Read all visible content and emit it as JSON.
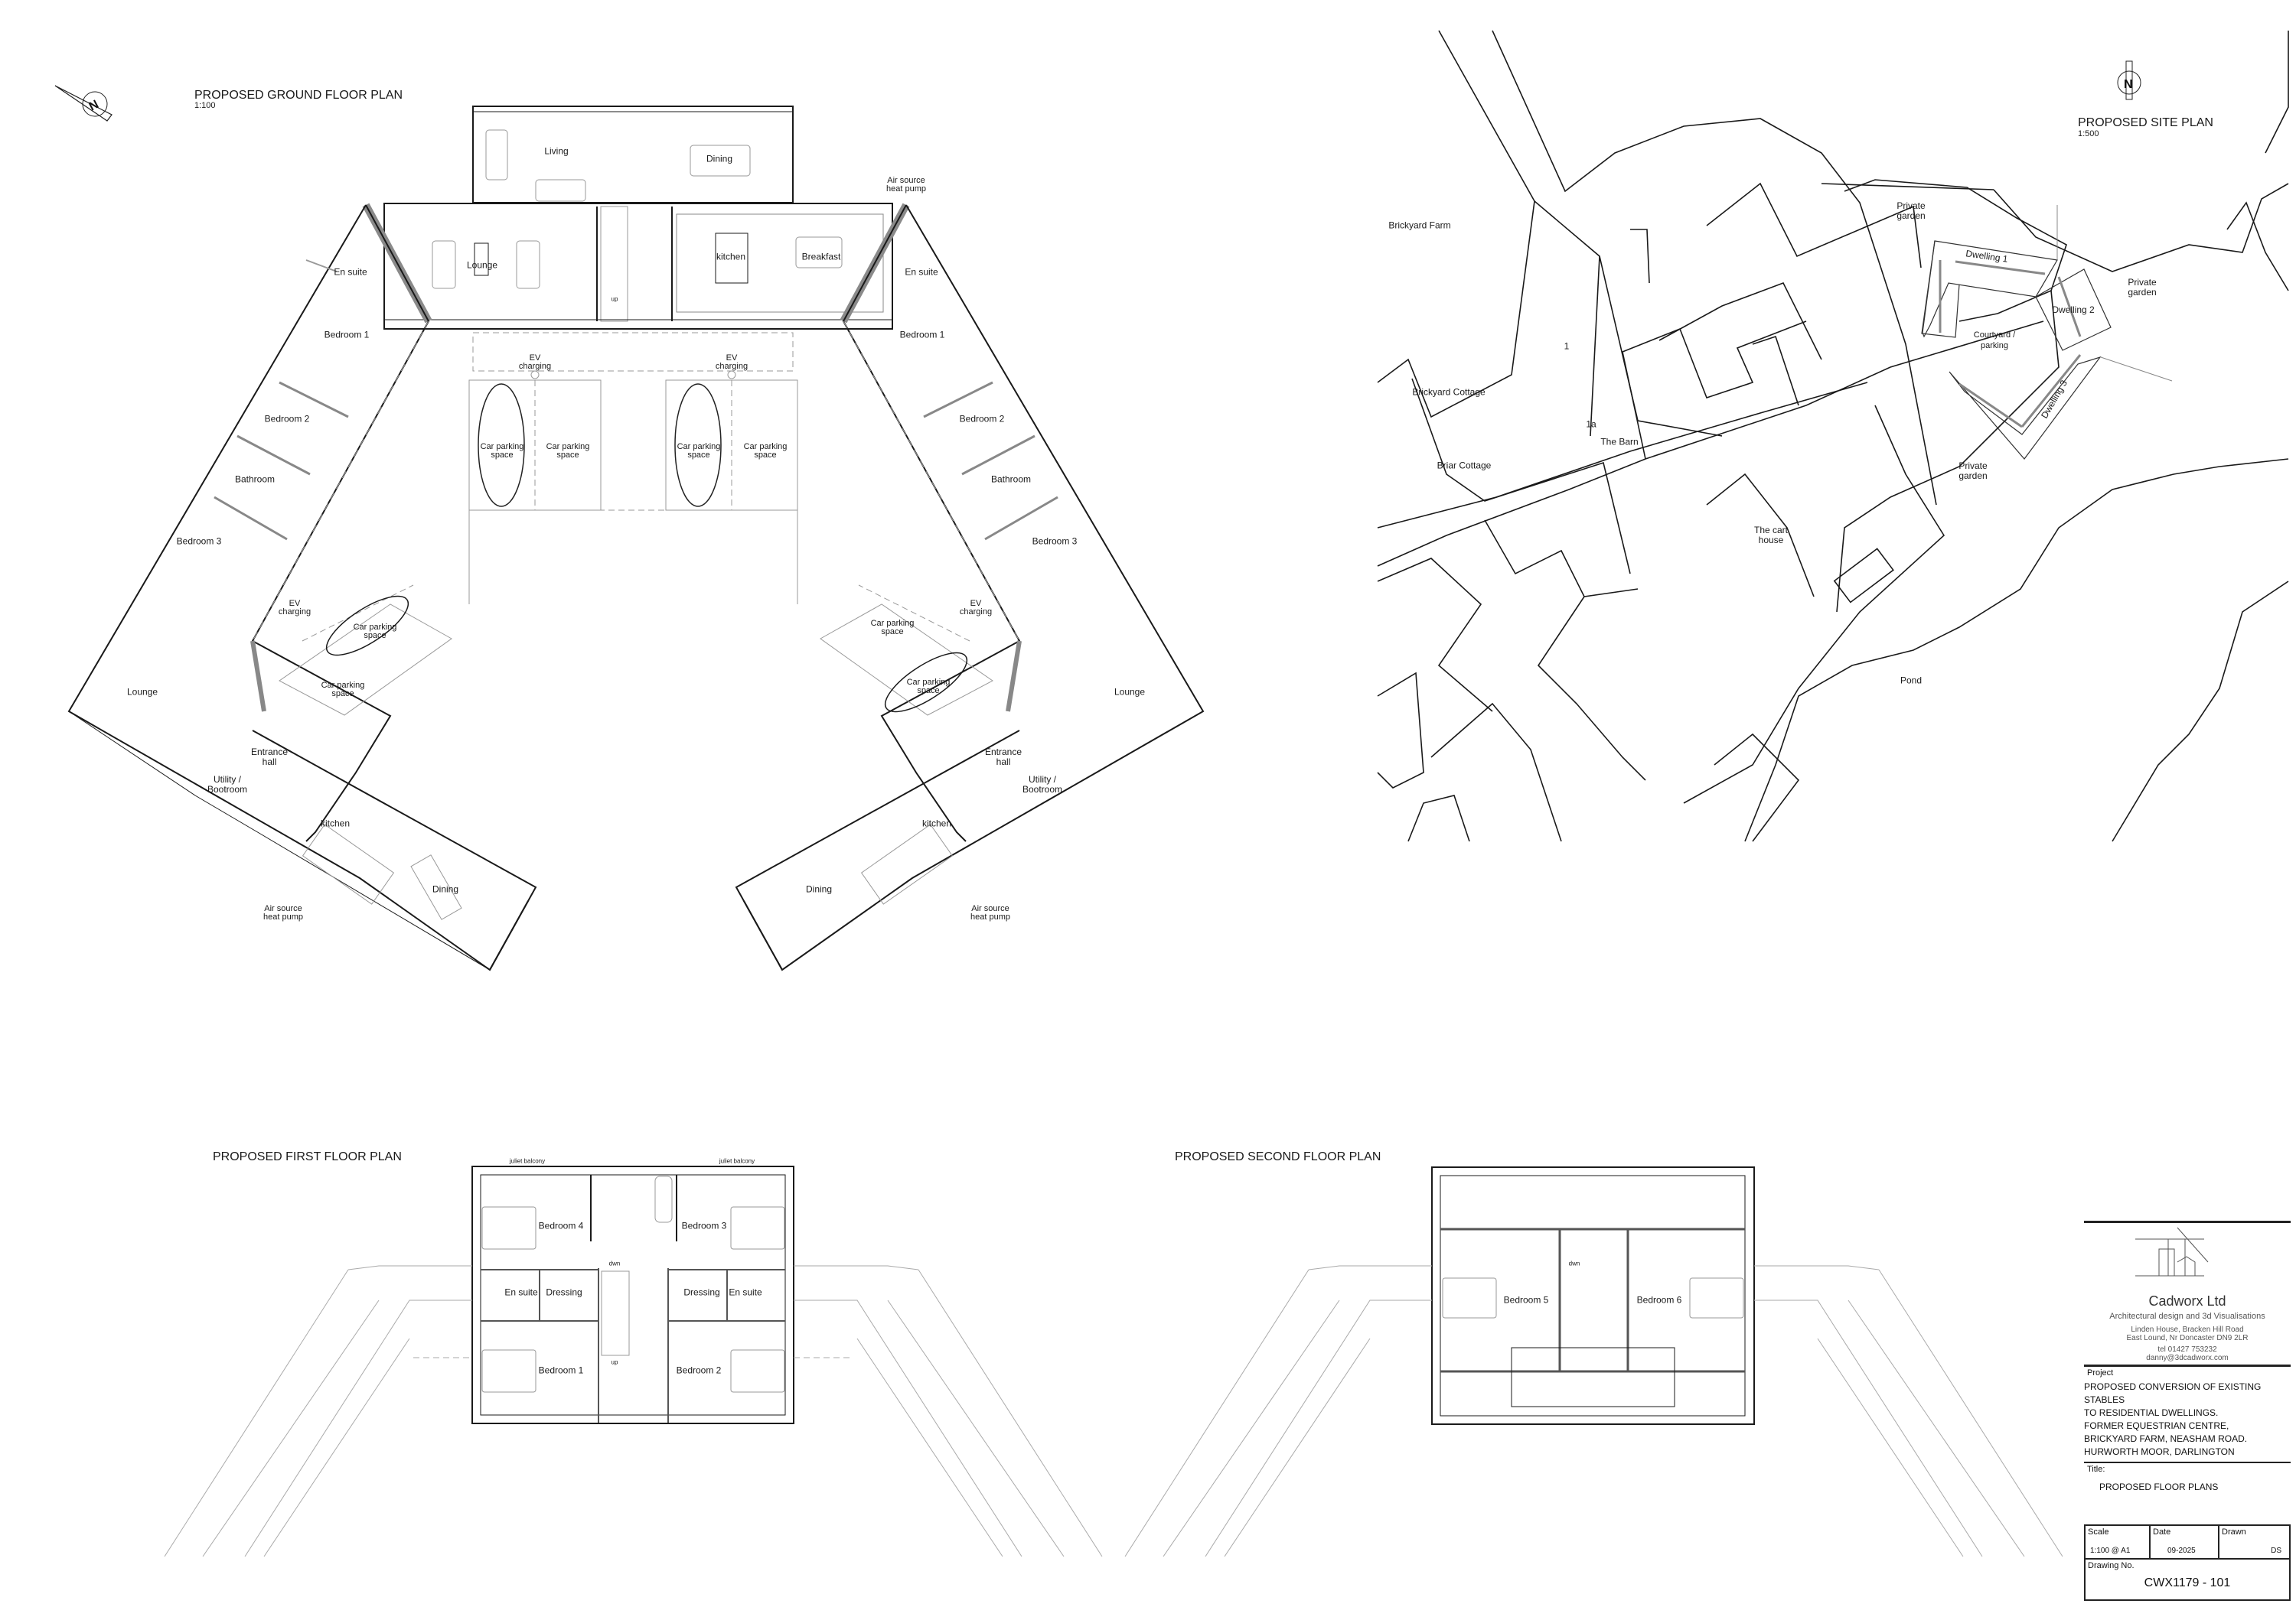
{
  "ground_floor": {
    "title": "PROPOSED GROUND FLOOR PLAN",
    "scale": "1:100",
    "north_icon": "north-arrow-icon",
    "centre_block": {
      "living": "Living",
      "dining": "Dining",
      "lounge": "Lounge",
      "kitchen": "kitchen",
      "breakfast": "Breakfast",
      "stair_up": "up",
      "heat_pump": "Air source heat pump"
    },
    "left_wing": {
      "en_suite": "En suite",
      "bedroom1": "Bedroom 1",
      "bedroom2": "Bedroom 2",
      "bathroom": "Bathroom",
      "bedroom3": "Bedroom 3",
      "lounge": "Lounge",
      "entrance_hall": "Entrance hall",
      "utility": "Utility / Bootroom",
      "kitchen": "kitchen",
      "dining": "Dining",
      "heat_pump": "Air source heat pump",
      "ev_charging": "EV charging",
      "parking1": "Car parking space",
      "parking2": "Car parking space"
    },
    "right_wing": {
      "en_suite": "En suite",
      "bedroom1": "Bedroom 1",
      "bedroom2": "Bedroom 2",
      "bathroom": "Bathroom",
      "bedroom3": "Bedroom 3",
      "lounge": "Lounge",
      "entrance_hall": "Entrance hall",
      "utility": "Utility / Bootroom",
      "kitchen": "kitchen",
      "dining": "Dining",
      "heat_pump": "Air source heat pump",
      "ev_charging": "EV charging",
      "parking1": "Car parking space",
      "parking2": "Car parking space"
    },
    "courtyard": {
      "ev_left": "EV charging",
      "ev_right": "EV charging",
      "spaces": [
        "Car parking space",
        "Car parking space",
        "Car parking space",
        "Car parking space"
      ]
    }
  },
  "site_plan": {
    "title": "PROPOSED SITE PLAN",
    "scale": "1:500",
    "north_icon": "north-arrow-icon",
    "labels": {
      "brickyard_farm": "Brickyard Farm",
      "brickyard_cottage": "Brickyard Cottage",
      "briar_cottage": "Briar Cottage",
      "plot_1": "1",
      "plot_1a": "1a",
      "the_barn": "The Barn",
      "cart_house": "The cart house",
      "pond": "Pond",
      "garden_nw": "Private garden",
      "garden_e": "Private garden",
      "garden_s": "Private garden",
      "dwelling1": "Dwelling 1",
      "dwelling2": "Dwelling 2",
      "dwelling3": "Dwelling 3",
      "courtyard": "Courtyard / parking"
    }
  },
  "first_floor": {
    "title": "PROPOSED FIRST FLOOR PLAN",
    "balcony_left": "juliet balcony",
    "balcony_right": "juliet balcony",
    "bedroom4": "Bedroom 4",
    "bedroom3": "Bedroom 3",
    "en_suite_left": "En suite",
    "dressing_left": "Dressing",
    "dressing_right": "Dressing",
    "en_suite_right": "En suite",
    "bedroom1": "Bedroom 1",
    "bedroom2": "Bedroom 2",
    "stair_dwn": "dwn",
    "stair_up": "up"
  },
  "second_floor": {
    "title": "PROPOSED SECOND FLOOR PLAN",
    "bedroom5": "Bedroom 5",
    "bedroom6": "Bedroom 6",
    "stair_dwn": "dwn"
  },
  "title_block": {
    "company": "Cadworx Ltd",
    "tagline": "Architectural design and 3d Visualisations",
    "address_line1": "Linden House, Bracken Hill Road",
    "address_line2": "East Lound, Nr Doncaster DN9 2LR",
    "tel": "tel 01427 753232",
    "email": "danny@3dcadworx.com",
    "project_label": "Project",
    "project_lines": [
      "PROPOSED CONVERSION OF EXISTING STABLES",
      "TO  RESIDENTIAL DWELLINGS.",
      "FORMER EQUESTRIAN CENTRE,",
      "BRICKYARD FARM, NEASHAM ROAD.",
      "HURWORTH MOOR, DARLINGTON"
    ],
    "title_label": "Title:",
    "title_value": "PROPOSED FLOOR PLANS",
    "scale_label": "Scale",
    "scale_value": "1:100 @ A1",
    "date_label": "Date",
    "date_value": "09-2025",
    "drawn_label": "Drawn",
    "drawn_value": "DS",
    "drawing_no_label": "Drawing No.",
    "drawing_no_value": "CWX1179 - 101"
  },
  "colors": {
    "line": "#1a1a1a",
    "light_line": "#9a9a9a",
    "wall_fill": "#9b9b9b",
    "background": "#ffffff"
  }
}
